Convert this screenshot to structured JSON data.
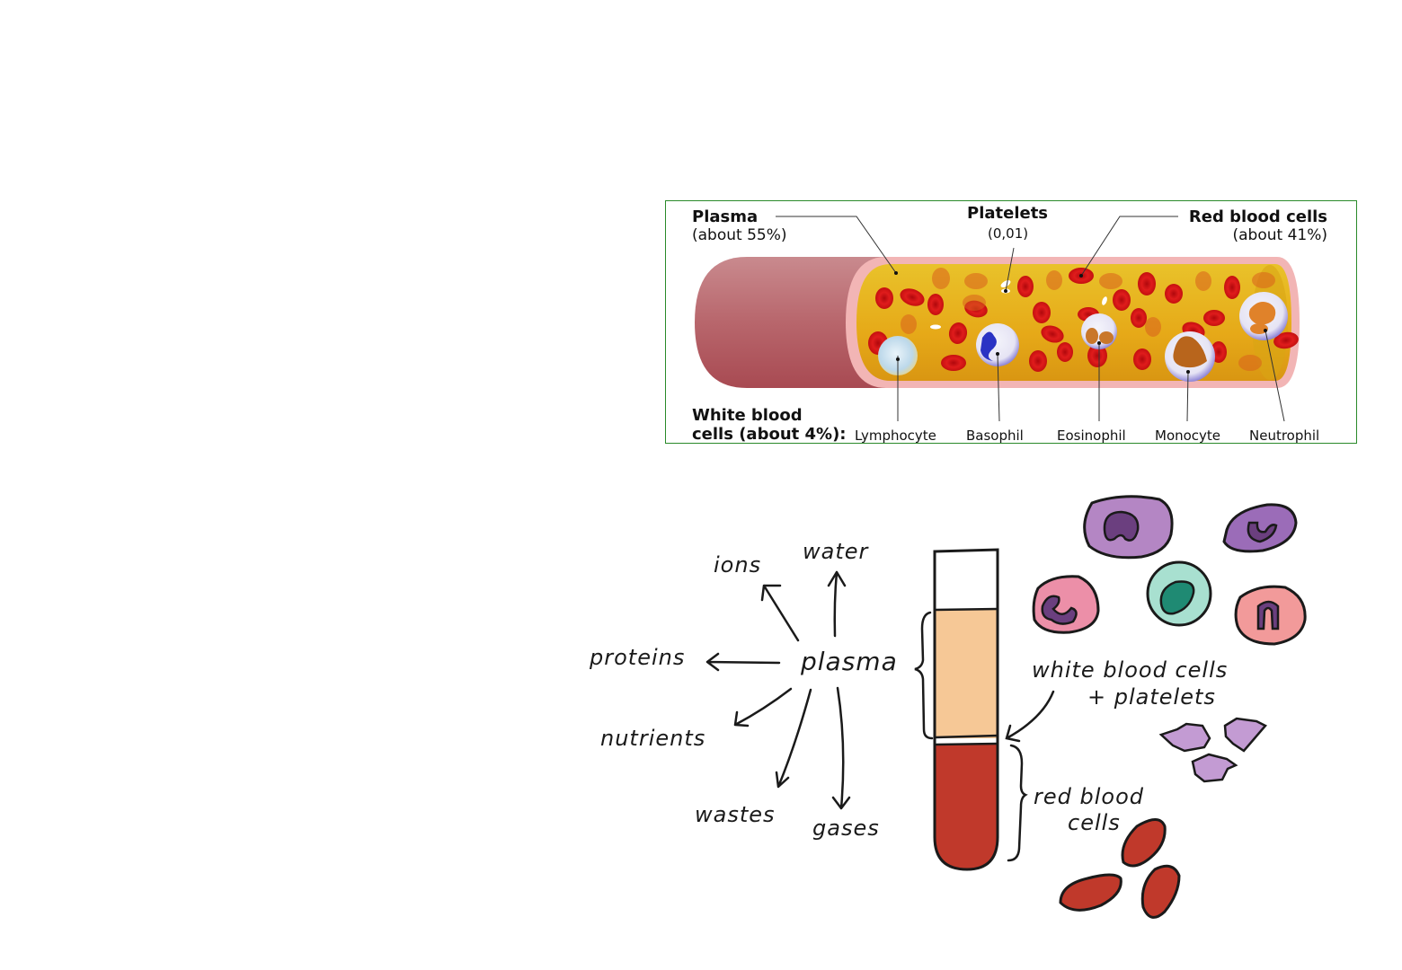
{
  "vessel_diagram": {
    "plasma": {
      "title": "Plasma",
      "subtitle": "(about 55%)"
    },
    "platelets": {
      "title": "Platelets",
      "subtitle": "(0,01)"
    },
    "red_blood_cells": {
      "title": "Red blood cells",
      "subtitle": "(about 41%)"
    },
    "white_blood_cells": {
      "title_line1": "White blood",
      "title_line2": "cells (about 4%):",
      "types": [
        "Lymphocyte",
        "Basophil",
        "Eosinophil",
        "Monocyte",
        "Neutrophil"
      ]
    },
    "colors": {
      "border": "#2a8a2a",
      "vessel_wall": "#b5585f",
      "plasma": "#e8b320",
      "rbc": "#d11a1a"
    }
  },
  "sketch_diagram": {
    "center_label": "plasma",
    "components": [
      "water",
      "ions",
      "proteins",
      "nutrients",
      "wastes",
      "gases"
    ],
    "tube_labels": {
      "wbc_platelets_line1": "white blood cells",
      "wbc_platelets_line2": "+ platelets",
      "rbc_line1": "red blood",
      "rbc_line2": "cells"
    },
    "colors": {
      "plasma_layer": "#f6c896",
      "rbc_layer": "#c0392b",
      "wbc_purple": "#b486c4",
      "wbc_teal": "#a8e0d0",
      "wbc_pink": "#ec8fa8",
      "platelet": "#c39bd3"
    }
  }
}
